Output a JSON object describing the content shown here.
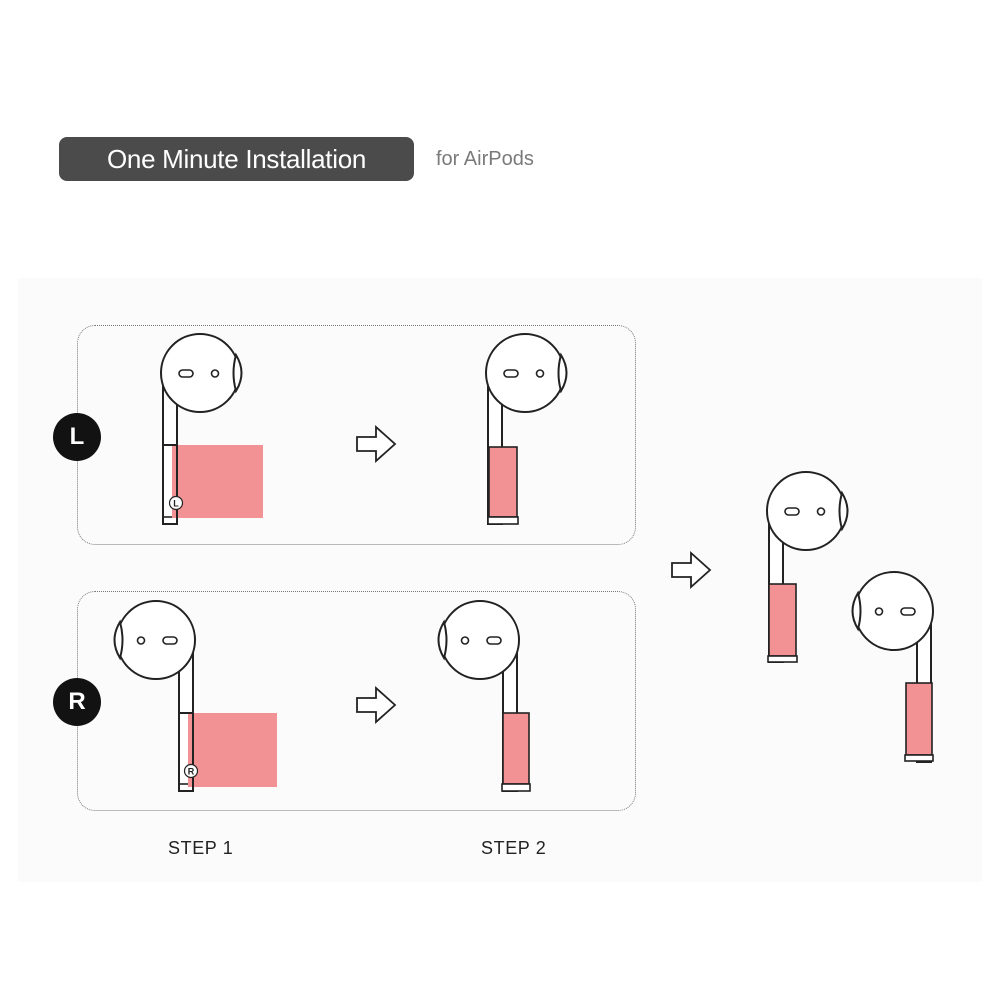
{
  "header": {
    "title": "One Minute Installation",
    "subtitle": "for AirPods"
  },
  "rows": [
    {
      "side_badge": "L",
      "mini_badge": "L"
    },
    {
      "side_badge": "R",
      "mini_badge": "R"
    }
  ],
  "steps": [
    {
      "label": "STEP 1"
    },
    {
      "label": "STEP 2"
    }
  ],
  "colors": {
    "title_bg": "#4b4b4b",
    "sticker_pink": "#f29295",
    "sticker_pink_dark": "#e86f76",
    "outline": "#222222",
    "badge_bg": "#121212"
  },
  "icons": [
    "right-arrow-icon",
    "airpod-icon"
  ]
}
